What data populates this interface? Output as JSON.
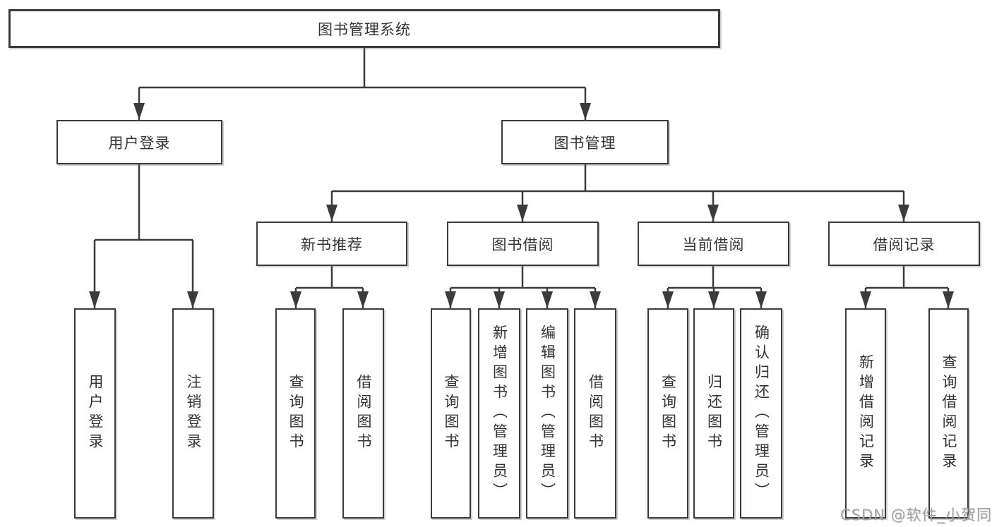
{
  "diagram_title": "图书管理系统",
  "tree": {
    "root": {
      "label": "图书管理系统",
      "children": [
        {
          "label": "用户登录",
          "children": [
            {
              "label": "用户登录"
            },
            {
              "label": "注销登录"
            }
          ]
        },
        {
          "label": "图书管理",
          "children": [
            {
              "label": "新书推荐",
              "children": [
                {
                  "label": "查询图书"
                },
                {
                  "label": "借阅图书"
                }
              ]
            },
            {
              "label": "图书借阅",
              "children": [
                {
                  "label": "查询图书"
                },
                {
                  "label": "新增图书（管理员）"
                },
                {
                  "label": "编辑图书（管理员）"
                },
                {
                  "label": "借阅图书"
                }
              ]
            },
            {
              "label": "当前借阅",
              "children": [
                {
                  "label": "查询图书"
                },
                {
                  "label": "归还图书"
                },
                {
                  "label": "确认归还（管理员）"
                }
              ]
            },
            {
              "label": "借阅记录",
              "children": [
                {
                  "label": "新增借阅记录"
                },
                {
                  "label": "查询借阅记录"
                }
              ]
            }
          ]
        }
      ]
    }
  },
  "watermark": {
    "text": "CSDN @软件_小贺同学"
  },
  "colors": {
    "line": "#3b3b3b",
    "text": "#333333",
    "box_background": "#ffffff",
    "watermark": "#a3a3a3",
    "background": "#ffffff"
  }
}
